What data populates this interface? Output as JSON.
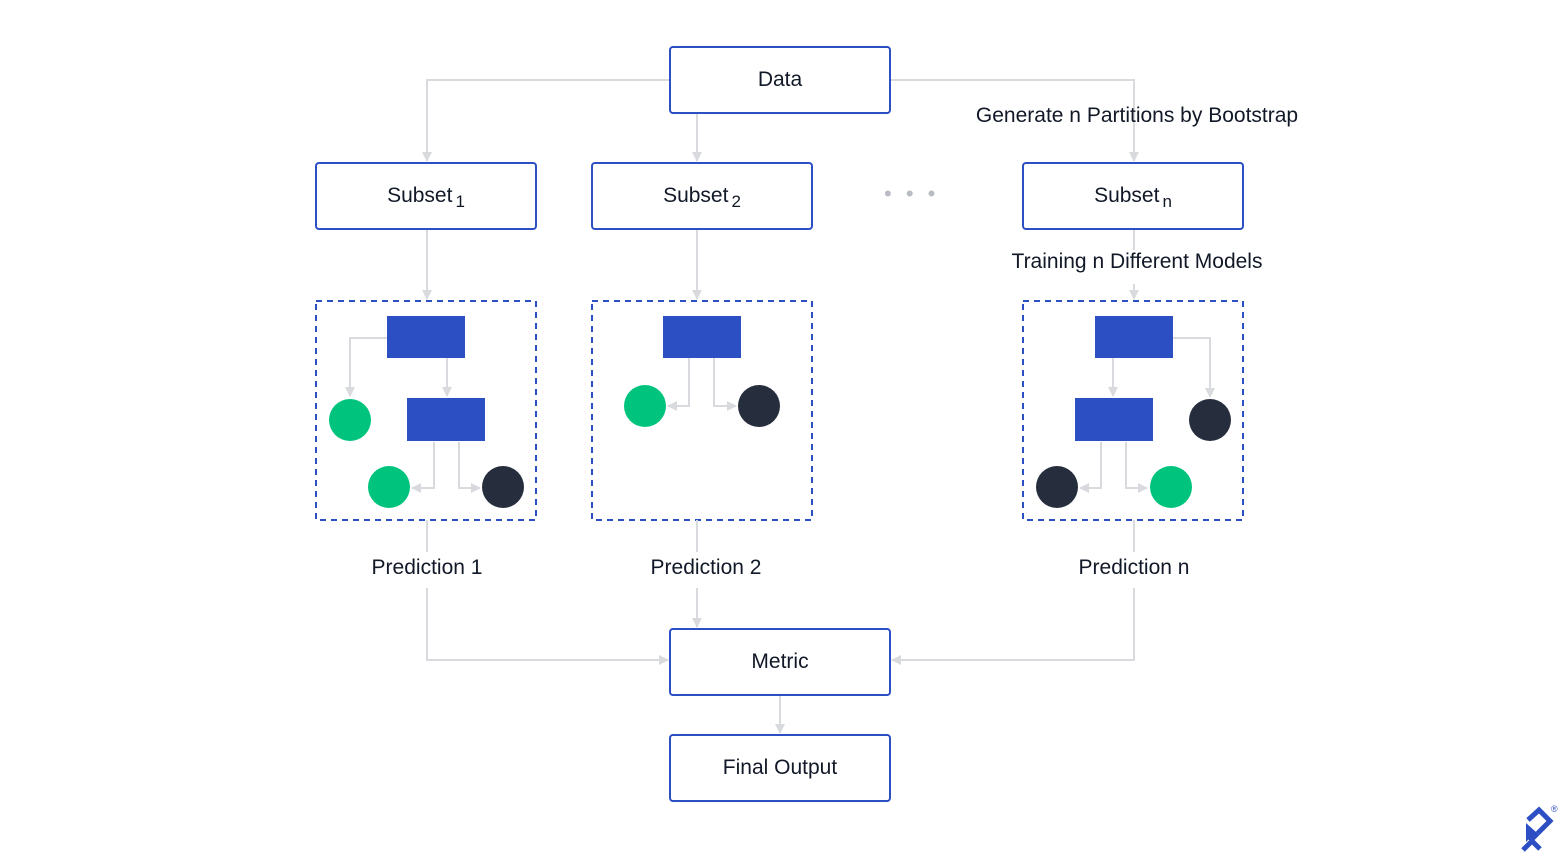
{
  "nodes": {
    "data": "Data",
    "subset": "Subset",
    "subset_indices": [
      "1",
      "2",
      "n"
    ],
    "metric": "Metric",
    "final_output": "Final Output"
  },
  "annotations": {
    "generate": "Generate n Partitions by Bootstrap",
    "training": "Training n Different Models",
    "ellipsis": "• • •"
  },
  "predictions": [
    "Prediction 1",
    "Prediction 2",
    "Prediction n"
  ],
  "logo": {
    "mark": "®"
  },
  "colors": {
    "box_border": "#2c4fc4",
    "node_blue": "#2c4fc4",
    "leaf_green": "#00c47d",
    "leaf_dark": "#262d3d",
    "connector": "#d9dadd"
  }
}
